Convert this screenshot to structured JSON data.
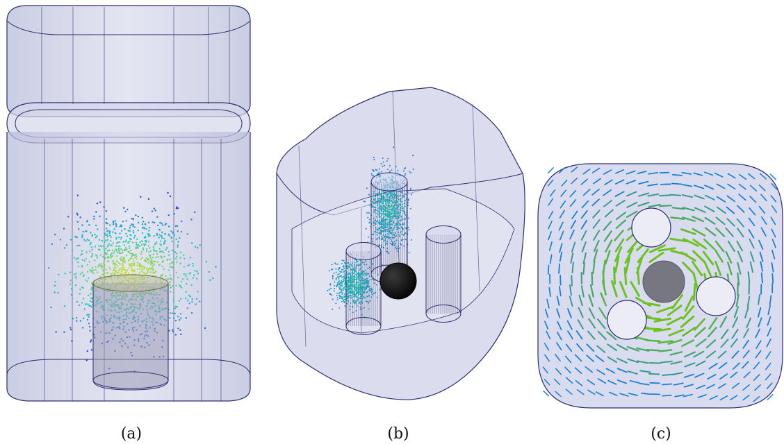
{
  "figure": {
    "panels": [
      {
        "id": "a",
        "caption": "(a)"
      },
      {
        "id": "b",
        "caption": "(b)"
      },
      {
        "id": "c",
        "caption": "(c)"
      }
    ]
  },
  "colors": {
    "vessel_fill": "#c9cbe4",
    "vessel_edge": "#2a2e6e",
    "particle_low": "#1f3fd8",
    "particle_mid": "#21c7c0",
    "particle_high": "#d8e21a",
    "sphere": "#0a0a0a",
    "impeller": "#7a7a86",
    "arrow_strong": "#6cc21e",
    "arrow_weak": "#1a7fd6"
  }
}
